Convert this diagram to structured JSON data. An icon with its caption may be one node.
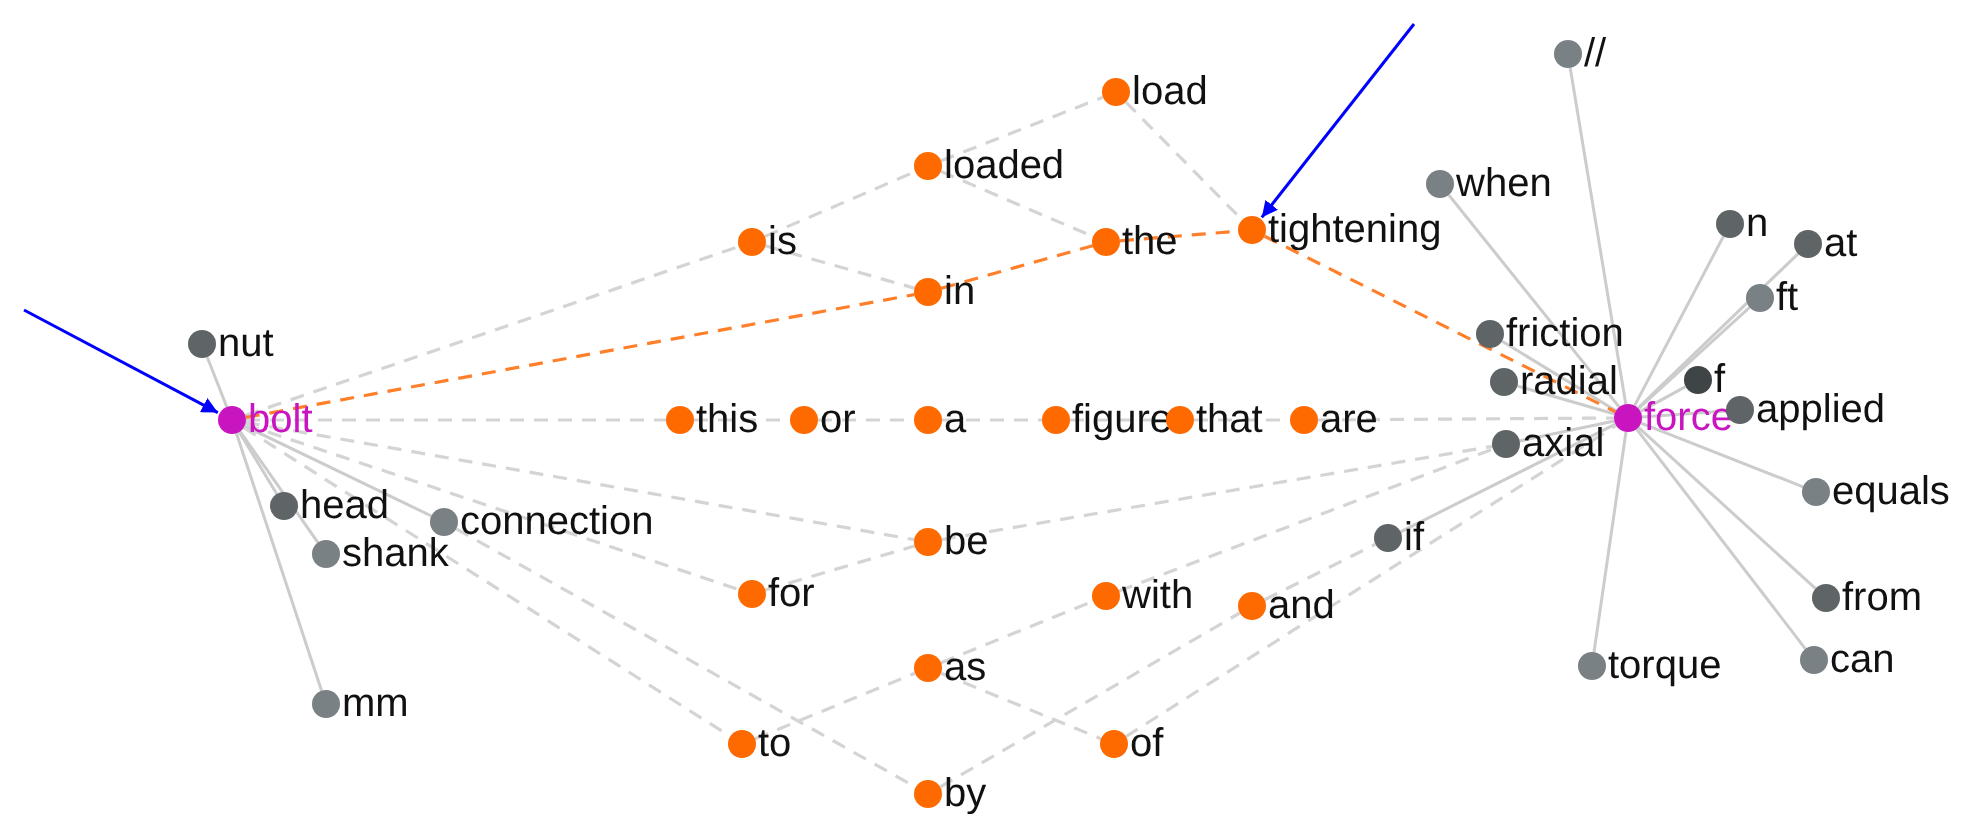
{
  "diagram": {
    "nodes": [
      {
        "text": [
          "bolt"
        ]
      },
      {
        "text": [
          "force"
        ]
      },
      {
        "text": [
          "nut"
        ]
      },
      {
        "text": [
          "head"
        ]
      },
      {
        "text": [
          "shank"
        ]
      },
      {
        "text": [
          "connection"
        ]
      },
      {
        "text": [
          "mm"
        ]
      },
      {
        "text": [
          "load"
        ]
      },
      {
        "text": [
          "loaded"
        ]
      },
      {
        "text": [
          "is"
        ]
      },
      {
        "text": [
          "the"
        ]
      },
      {
        "text": [
          "tightening"
        ]
      },
      {
        "text": [
          "in"
        ]
      },
      {
        "text": [
          "this"
        ]
      },
      {
        "text": [
          "or"
        ]
      },
      {
        "text": [
          "a"
        ]
      },
      {
        "text": [
          "figure"
        ]
      },
      {
        "text": [
          "that"
        ]
      },
      {
        "text": [
          "are"
        ]
      },
      {
        "text": [
          "be"
        ]
      },
      {
        "text": [
          "for"
        ]
      },
      {
        "text": [
          "with"
        ]
      },
      {
        "text": [
          "and"
        ]
      },
      {
        "text": [
          "as"
        ]
      },
      {
        "text": [
          "to"
        ]
      },
      {
        "text": [
          "of"
        ]
      },
      {
        "text": [
          "by"
        ]
      },
      {
        "text": [
          "//"
        ]
      },
      {
        "text": [
          "when"
        ]
      },
      {
        "text": [
          "n"
        ]
      },
      {
        "text": [
          "at"
        ]
      },
      {
        "text": [
          "ft"
        ]
      },
      {
        "text": [
          "friction"
        ]
      },
      {
        "text": [
          "radial"
        ]
      },
      {
        "text": [
          "f"
        ]
      },
      {
        "text": [
          "applied"
        ]
      },
      {
        "text": [
          "axial"
        ]
      },
      {
        "text": [
          "equals"
        ]
      },
      {
        "text": [
          "if"
        ]
      },
      {
        "text": [
          "from"
        ]
      },
      {
        "text": [
          "torque"
        ]
      },
      {
        "text": [
          "can"
        ]
      }
    ],
    "edges": [
      {
        "from": 0,
        "to": 2,
        "arrow": "none"
      },
      {
        "from": 0,
        "to": 3,
        "arrow": "none"
      },
      {
        "from": 0,
        "to": 4,
        "arrow": "none"
      },
      {
        "from": 0,
        "to": 5,
        "arrow": "none"
      },
      {
        "from": 0,
        "to": 6,
        "arrow": "none"
      },
      {
        "from": 1,
        "to": 27,
        "arrow": "none"
      },
      {
        "from": 1,
        "to": 28,
        "arrow": "none"
      },
      {
        "from": 1,
        "to": 29,
        "arrow": "none"
      },
      {
        "from": 1,
        "to": 30,
        "arrow": "none"
      },
      {
        "from": 1,
        "to": 31,
        "arrow": "none"
      },
      {
        "from": 1,
        "to": 32,
        "arrow": "none"
      },
      {
        "from": 1,
        "to": 33,
        "arrow": "none"
      },
      {
        "from": 1,
        "to": 34,
        "arrow": "none"
      },
      {
        "from": 1,
        "to": 35,
        "arrow": "none"
      },
      {
        "from": 1,
        "to": 36,
        "arrow": "none"
      },
      {
        "from": 1,
        "to": 37,
        "arrow": "none"
      },
      {
        "from": 1,
        "to": 38,
        "arrow": "none"
      },
      {
        "from": 1,
        "to": 39,
        "arrow": "none"
      },
      {
        "from": 1,
        "to": 40,
        "arrow": "none"
      },
      {
        "from": 1,
        "to": 41,
        "arrow": "none"
      },
      {
        "from": 0,
        "to": 9,
        "arrow": "none",
        "style": "dashed"
      },
      {
        "from": 9,
        "to": 8,
        "arrow": "none",
        "style": "dashed"
      },
      {
        "from": 8,
        "to": 7,
        "arrow": "none",
        "style": "dashed"
      },
      {
        "from": 9,
        "to": 12,
        "arrow": "none",
        "style": "dashed"
      },
      {
        "from": 7,
        "to": 11,
        "arrow": "none",
        "style": "dashed"
      },
      {
        "from": 8,
        "to": 10,
        "arrow": "none",
        "style": "dashed"
      },
      {
        "from": 0,
        "to": 13,
        "arrow": "none",
        "style": "dashed"
      },
      {
        "from": 13,
        "to": 14,
        "arrow": "none",
        "style": "dashed"
      },
      {
        "from": 14,
        "to": 15,
        "arrow": "none",
        "style": "dashed"
      },
      {
        "from": 15,
        "to": 16,
        "arrow": "none",
        "style": "dashed"
      },
      {
        "from": 16,
        "to": 17,
        "arrow": "none",
        "style": "dashed"
      },
      {
        "from": 17,
        "to": 18,
        "arrow": "none",
        "style": "dashed"
      },
      {
        "from": 18,
        "to": 1,
        "arrow": "none",
        "style": "dashed"
      },
      {
        "from": 0,
        "to": 19,
        "arrow": "none",
        "style": "dashed"
      },
      {
        "from": 0,
        "to": 20,
        "arrow": "none",
        "style": "dashed"
      },
      {
        "from": 20,
        "to": 19,
        "arrow": "none",
        "style": "dashed"
      },
      {
        "from": 19,
        "to": 36,
        "arrow": "none",
        "style": "dashed"
      },
      {
        "from": 0,
        "to": 24,
        "arrow": "none",
        "style": "dashed"
      },
      {
        "from": 24,
        "to": 23,
        "arrow": "none",
        "style": "dashed"
      },
      {
        "from": 23,
        "to": 21,
        "arrow": "none",
        "style": "dashed"
      },
      {
        "from": 23,
        "to": 25,
        "arrow": "none",
        "style": "dashed"
      },
      {
        "from": 21,
        "to": 36,
        "arrow": "none",
        "style": "dashed"
      },
      {
        "from": 5,
        "to": 26,
        "arrow": "none",
        "style": "dashed"
      },
      {
        "from": 26,
        "to": 22,
        "arrow": "none",
        "style": "dashed"
      },
      {
        "from": 22,
        "to": 38,
        "arrow": "none",
        "style": "dashed"
      },
      {
        "from": 25,
        "to": 1,
        "arrow": "none",
        "style": "dashed"
      },
      {
        "from": 0,
        "to": 12,
        "arrow": "none",
        "style": "dashed",
        "color": "#ff7f2a"
      },
      {
        "from": 12,
        "to": 10,
        "arrow": "none",
        "style": "dashed",
        "color": "#ff7f2a"
      },
      {
        "from": 10,
        "to": 11,
        "arrow": "none",
        "style": "dashed",
        "color": "#ff7f2a"
      },
      {
        "from": 11,
        "to": 1,
        "arrow": "none",
        "style": "dashed",
        "color": "#ff7f2a"
      },
      {
        "from": null,
        "to": 0,
        "arrow": "to",
        "color": "#0000ff"
      },
      {
        "from": null,
        "to": 11,
        "arrow": "to",
        "color": "#0000ff"
      }
    ]
  }
}
